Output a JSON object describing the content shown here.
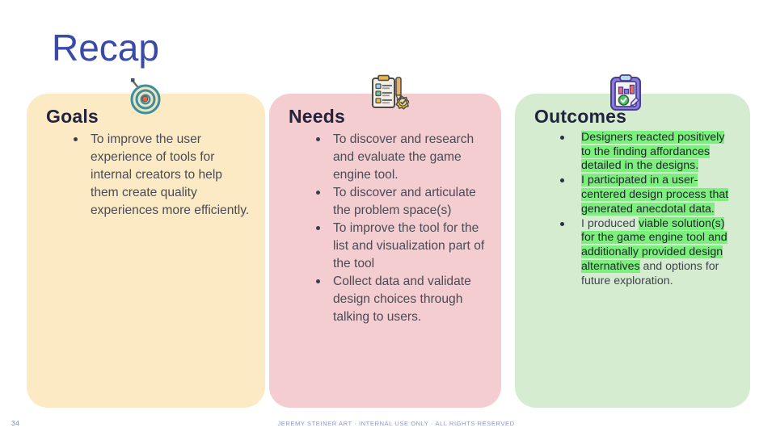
{
  "slide": {
    "title": "Recap",
    "page_number": "34",
    "footer": "JEREMY STEINER ART · INTERNAL USE ONLY · ALL RIGHTS RESERVED",
    "title_color": "#3a4aa8",
    "background": "#ffffff"
  },
  "cards": [
    {
      "key": "goals",
      "heading": "Goals",
      "color": "#fbeac4",
      "icon": "dartboard-target-icon",
      "bullets": [
        "To improve the user experience of tools for internal creators to help them create quality experiences more efficiently."
      ]
    },
    {
      "key": "needs",
      "heading": "Needs",
      "color": "#f4cdd0",
      "icon": "clipboard-checklist-pencil-badge-icon",
      "bullets": [
        "To discover and research and evaluate the game engine tool.",
        "To discover and articulate the problem space(s)",
        "To improve the tool for the list and visualization part of the tool",
        "Collect data and validate design choices through talking to users."
      ]
    },
    {
      "key": "outcomes",
      "heading": "Outcomes",
      "color": "#d6ecd0",
      "icon": "clipboard-report-check-icon",
      "highlight_color": "#7cf07d",
      "bullets": [
        {
          "segments": [
            {
              "text": "Designers reacted positively to the finding affordances detailed in the designs.",
              "highlight": true
            }
          ]
        },
        {
          "segments": [
            {
              "text": "I participated in a user-centered design process that generated anecdotal data.",
              "highlight": true
            }
          ]
        },
        {
          "segments": [
            {
              "text": "I produced ",
              "highlight": false
            },
            {
              "text": "viable solution(s) for the game engine tool and additionally provided design alternatives",
              "highlight": true
            },
            {
              "text": " and options for future exploration.",
              "highlight": false
            }
          ]
        }
      ]
    }
  ]
}
